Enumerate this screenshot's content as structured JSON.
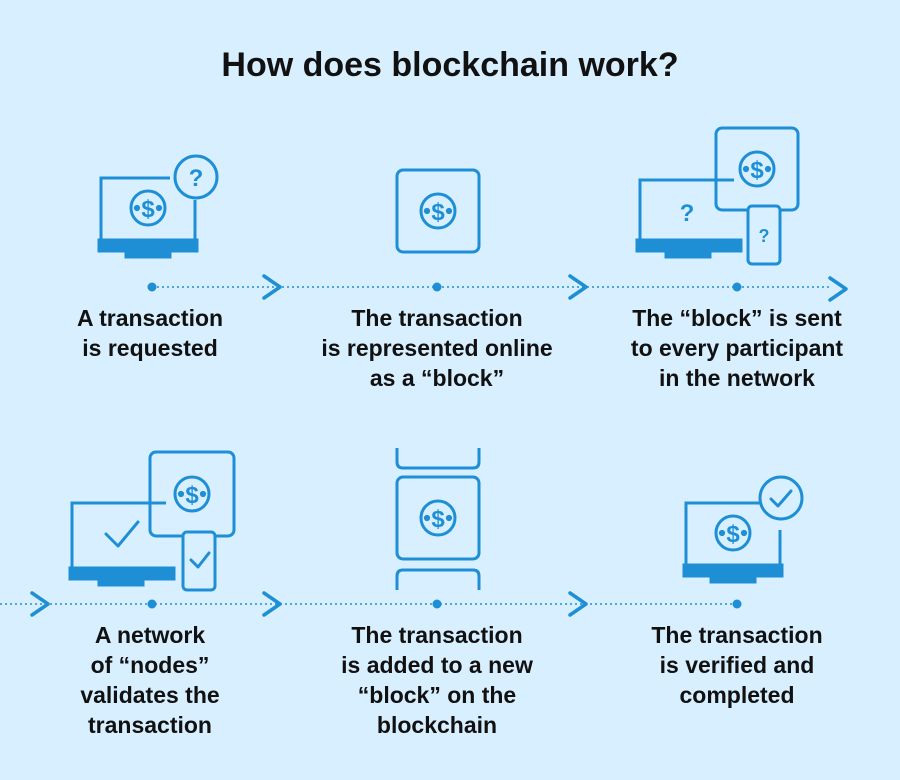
{
  "title": "How does blockchain work?",
  "colors": {
    "background": "#d8efff",
    "icon": "#1e8fd5"
  },
  "glyphs": {
    "dollar": "$",
    "question": "?"
  },
  "steps": [
    {
      "label": "A transaction\nis requested",
      "icon": "monitor-question-icon"
    },
    {
      "label": "The transaction\nis represented online\nas a “block”",
      "icon": "block-dollar-icon"
    },
    {
      "label": "The “block” is sent\nto every participant\nin the network",
      "icon": "network-devices-icon"
    },
    {
      "label": "A network\nof “nodes”\nvalidates the\ntransaction",
      "icon": "devices-check-icon"
    },
    {
      "label": "The transaction\nis added to a new\n“block” on the\nblockchain",
      "icon": "chain-block-icon"
    },
    {
      "label": "The transaction\nis verified and\ncompleted",
      "icon": "monitor-verified-icon"
    }
  ]
}
